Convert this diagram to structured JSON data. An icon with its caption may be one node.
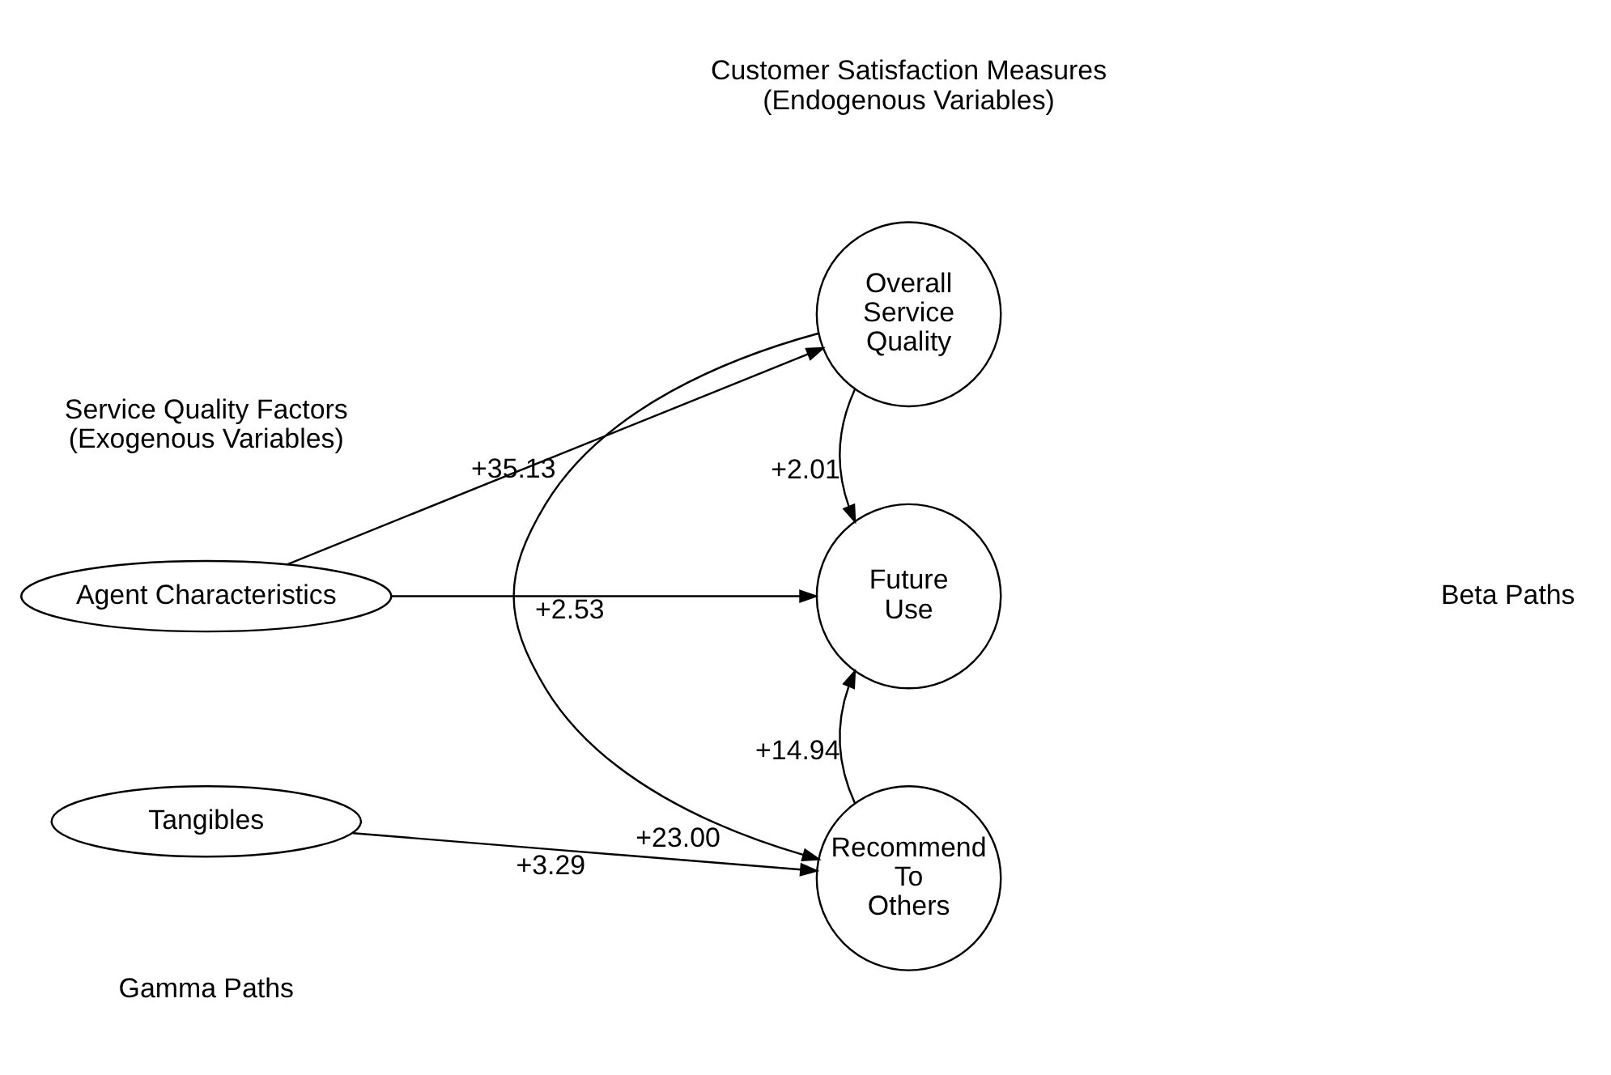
{
  "diagram": {
    "nodes": [
      {
        "text": [
          "Agent Characteristics"
        ]
      },
      {
        "text": [
          "Tangibles"
        ]
      },
      {
        "text": [
          "Overall Service Quality"
        ]
      },
      {
        "text": [
          "Future Use"
        ]
      },
      {
        "text": [
          "Recommend To Others"
        ]
      }
    ],
    "edges": [
      {
        "from": 0,
        "to": 2,
        "arrow": "to",
        "label": "+35.13"
      },
      {
        "from": 0,
        "to": 3,
        "arrow": "to",
        "label": "+2.53"
      },
      {
        "from": 2,
        "to": 3,
        "arrow": "to",
        "label": "+2.01"
      },
      {
        "from": 4,
        "to": 3,
        "arrow": "to",
        "label": "+14.94"
      },
      {
        "from": 2,
        "to": 4,
        "arrow": "to",
        "label": "+23.00"
      },
      {
        "from": 1,
        "to": 4,
        "arrow": "to",
        "label": "+3.29"
      }
    ],
    "labels": [
      "Service Quality Factors (Exogenous Variables)",
      "Customer Satisfaction Measures (Endogenous Variables)",
      "Beta Paths",
      "Gamma Paths"
    ]
  }
}
